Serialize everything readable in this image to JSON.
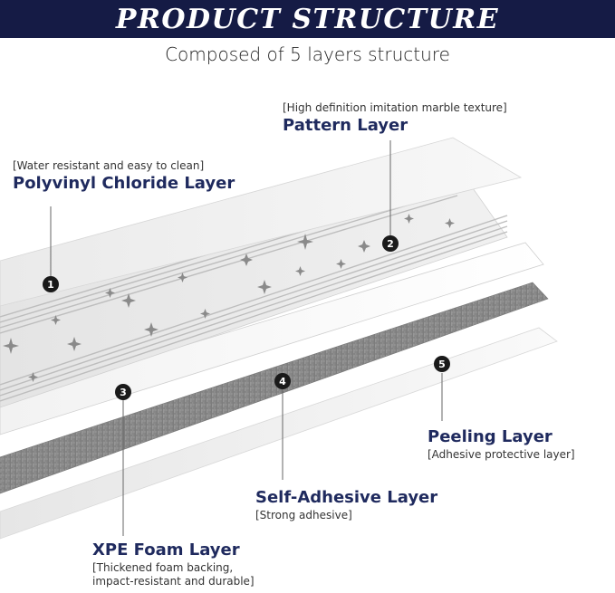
{
  "header": {
    "title": "PRODUCT STRUCTURE",
    "subtitle": "Composed of 5 layers structure"
  },
  "layers": [
    {
      "number": "1",
      "name": "Polyvinyl Chloride Layer",
      "note": "[Water resistant and easy to clean]"
    },
    {
      "number": "2",
      "name": "Pattern Layer",
      "note": "[High definition imitation marble texture]"
    },
    {
      "number": "3",
      "name": "XPE Foam Layer",
      "note_lines": [
        "[Thickened foam backing,",
        "impact-resistant and durable]"
      ]
    },
    {
      "number": "4",
      "name": "Self-Adhesive Layer",
      "note": "[Strong adhesive]"
    },
    {
      "number": "5",
      "name": "Peeling Layer",
      "note": "[Adhesive protective layer]"
    }
  ],
  "colors": {
    "banner": "#151b45",
    "title_text": "#1f2a5e",
    "adhesive_layer": "#8c8c8c"
  }
}
